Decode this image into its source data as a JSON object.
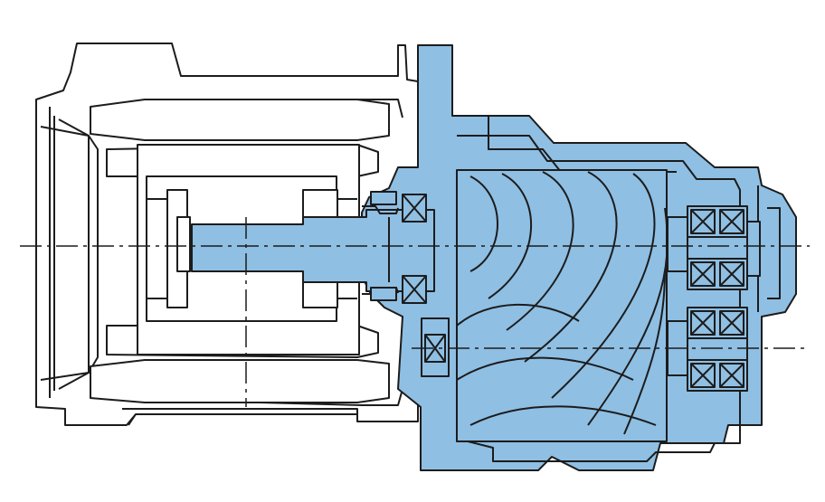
{
  "colors": {
    "background": "#ffffff",
    "housing_fill": "#ffffff",
    "compressor_fill": "#8fbfe3",
    "line": "#1c1c1c"
  },
  "components": [
    {
      "name": "motor-housing",
      "icon": "outline"
    },
    {
      "name": "motor-stator",
      "icon": "outline"
    },
    {
      "name": "drive-shaft",
      "icon": "filled"
    },
    {
      "name": "compressor-housing",
      "icon": "filled"
    },
    {
      "name": "screw-rotors",
      "icon": "helical-lobes"
    },
    {
      "name": "bearings",
      "icon": "cross-boxes"
    }
  ]
}
